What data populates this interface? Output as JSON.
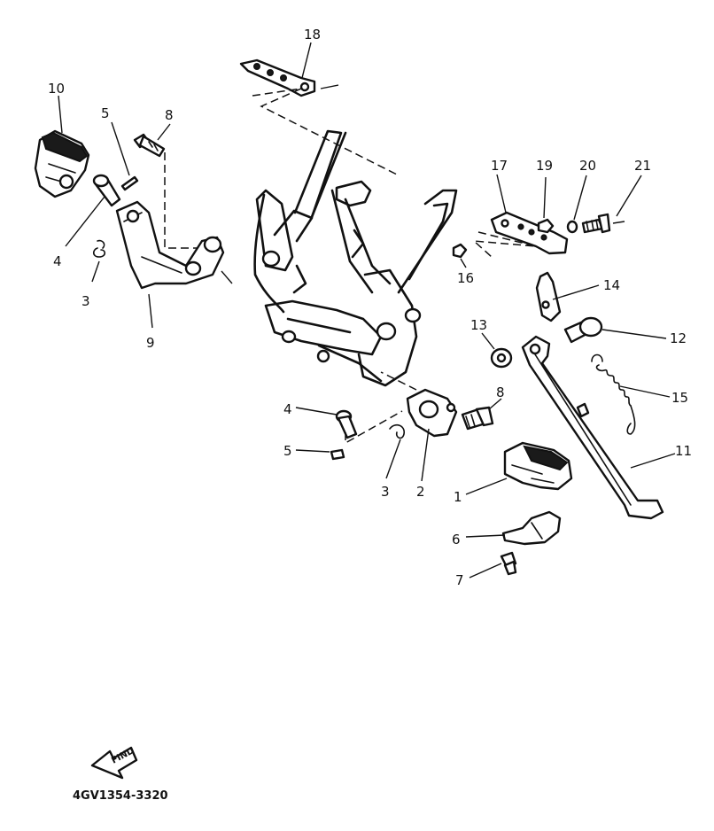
{
  "callouts": {
    "c1": "1",
    "c2": "2",
    "c3a": "3",
    "c3b": "3",
    "c4a": "4",
    "c4b": "4",
    "c5a": "5",
    "c5b": "5",
    "c6": "6",
    "c7": "7",
    "c8a": "8",
    "c8b": "8",
    "c9": "9",
    "c10": "10",
    "c11": "11",
    "c12": "12",
    "c13": "13",
    "c14": "14",
    "c15": "15",
    "c16": "16",
    "c17": "17",
    "c18": "18",
    "c19": "19",
    "c20": "20",
    "c21": "21"
  },
  "find_arrow_text": "FIND",
  "diagram_code": "4GV1354-3320"
}
